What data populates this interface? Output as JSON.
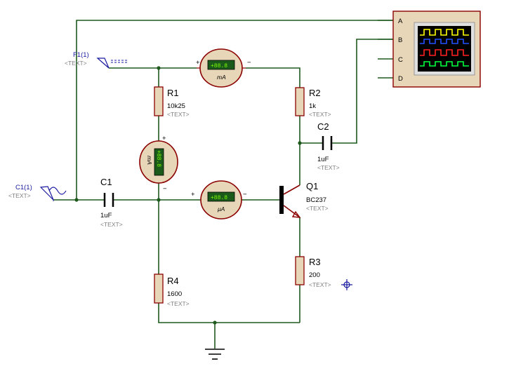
{
  "components": {
    "r1": {
      "name": "R1",
      "value": "10k25",
      "text": "<TEXT>"
    },
    "r2": {
      "name": "R2",
      "value": "1k",
      "text": "<TEXT>"
    },
    "r3": {
      "name": "R3",
      "value": "200",
      "text": "<TEXT>"
    },
    "r4": {
      "name": "R4",
      "value": "1600",
      "text": "<TEXT>"
    },
    "c1": {
      "name": "C1",
      "value": "1uF",
      "text": "<TEXT>"
    },
    "c2": {
      "name": "C2",
      "value": "1uF",
      "text": "<TEXT>"
    },
    "q1": {
      "name": "Q1",
      "value": "BC237",
      "text": "<TEXT>"
    }
  },
  "generators": {
    "f1": {
      "name": "F1(1)",
      "text": "<TEXT>"
    },
    "c1": {
      "name": "C1(1)",
      "text": "<TEXT>"
    }
  },
  "meters": {
    "top": {
      "display": "+88.8",
      "unit": "mA",
      "plus": "+",
      "minus": "−"
    },
    "middle": {
      "display": "+88.8",
      "unit": "mA",
      "plus": "+",
      "minus": "−"
    },
    "base": {
      "display": "+88.8",
      "unit": "μA",
      "plus": "+",
      "minus": "−"
    }
  },
  "oscilloscope": {
    "channels": [
      "A",
      "B",
      "C",
      "D"
    ],
    "trace_colors": [
      "#ffff00",
      "#2050ff",
      "#ff2020",
      "#00ff40"
    ]
  },
  "colors": {
    "wire": "#1e5a1e",
    "body": "#8b0000",
    "component_fill": "#e8d6b8",
    "probe": "#1a1aa0"
  }
}
